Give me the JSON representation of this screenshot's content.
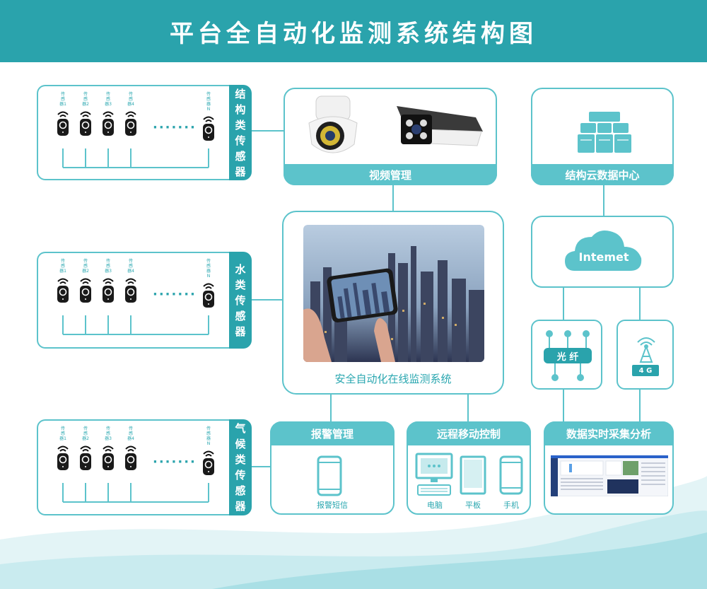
{
  "title": "平台全自动化监测系统结构图",
  "colors": {
    "primary": "#2aa3ac",
    "light": "#5cc3cb",
    "line": "#5cc3cb"
  },
  "sensor_groups": [
    {
      "label": "结构类传感器",
      "chars": [
        "结",
        "构",
        "类",
        "传",
        "感",
        "器"
      ]
    },
    {
      "label": "水类传感器",
      "chars": [
        "水",
        "类",
        "传",
        "感",
        "器"
      ]
    },
    {
      "label": "气候类传感器",
      "chars": [
        "气",
        "候",
        "类",
        "传",
        "感",
        "器"
      ]
    }
  ],
  "sensor_labels": [
    "传感器1",
    "传感器2",
    "传感器3",
    "传感器4",
    "传感器N"
  ],
  "ellipsis": "·······",
  "video": {
    "label": "视频管理"
  },
  "center": {
    "label": "安全自动化在线监测系统"
  },
  "cloud_center": {
    "label": "结构云数据中心"
  },
  "internet": {
    "label": "Intemet"
  },
  "fiber": {
    "label": "光 纤"
  },
  "cellular": {
    "label": "4 G"
  },
  "alarm": {
    "label": "报警管理",
    "device": "报警短信"
  },
  "remote": {
    "label": "远程移动控制",
    "devices": [
      "电脑",
      "平板",
      "手机"
    ]
  },
  "analysis": {
    "label": "数据实时采集分析"
  },
  "icons": [
    "ptz-camera-icon",
    "bullet-camera-icon",
    "server-rack-icon",
    "cloud-icon",
    "antenna-icon",
    "phone-icon",
    "computer-icon",
    "tablet-icon"
  ]
}
